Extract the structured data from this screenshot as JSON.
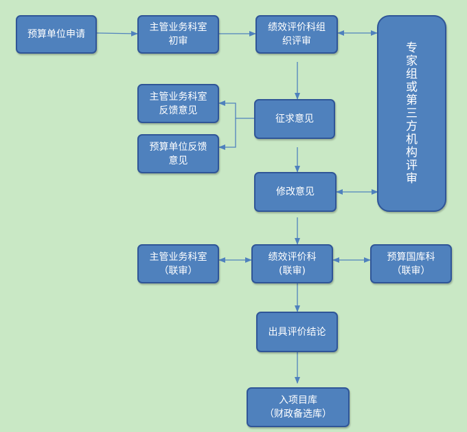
{
  "nodes": {
    "apply": "预算单位申请",
    "supervisor_review": [
      "主管业务科室",
      "初审"
    ],
    "perf_org_review": [
      "绩效评价科组",
      "织评审"
    ],
    "expert_review": "专家组或第三方机构评审",
    "supervisor_feedback": [
      "主管业务科室",
      "反馈意见"
    ],
    "budget_unit_feedback": [
      "预算单位反馈",
      "意见"
    ],
    "solicit_opinions": "征求意见",
    "revise_opinions": "修改意见",
    "supervisor_joint": [
      "主管业务科室",
      "（联审）"
    ],
    "perf_joint": [
      "绩效评价科",
      "(联审)"
    ],
    "treasury_joint": [
      "预算国库科",
      "（联审）"
    ],
    "conclusion": "出具评价结论",
    "enter_library": [
      "入项目库",
      "（财政备选库）"
    ]
  },
  "colors": {
    "background": "#c9e8c5",
    "node_fill": "#4f81bd",
    "node_border": "#2f5597",
    "arrow": "#4f81bd"
  }
}
